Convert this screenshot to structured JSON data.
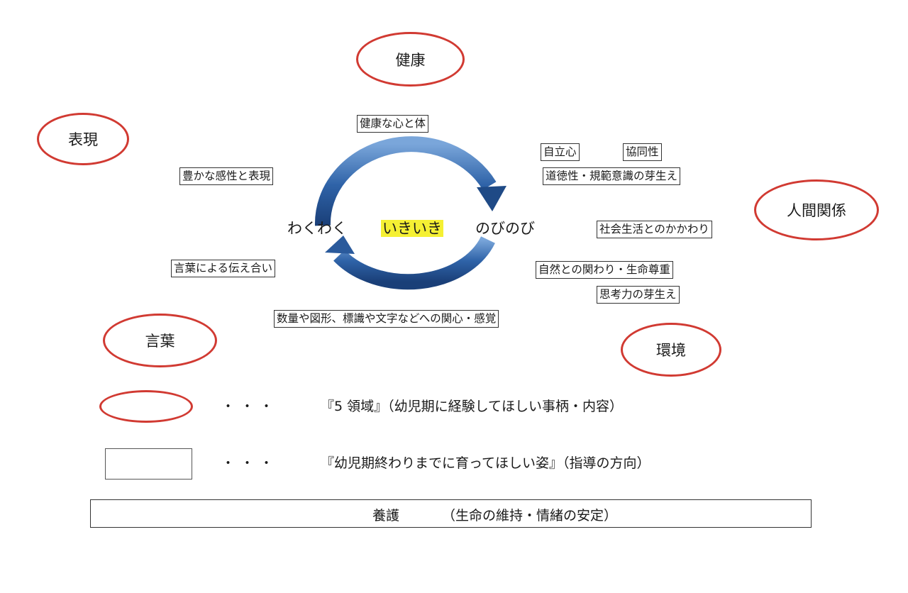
{
  "domains": {
    "kenko": "健康",
    "hyogen": "表現",
    "ningen": "人間関係",
    "kotoba": "言葉",
    "kankyo": "環境"
  },
  "goals": {
    "kokoro_karada": "健康な心と体",
    "jiritsushin": "自立心",
    "kyodosei": "協同性",
    "dotoku": "道徳性・規範意識の芽生え",
    "kansei": "豊かな感性と表現",
    "shakai": "社会生活とのかかわり",
    "kotoba_tsutae": "言葉による伝え合い",
    "shizen": "自然との関わり・生命尊重",
    "shikoryoku": "思考力の芽生え",
    "suryo": "数量や図形、標識や文字などへの関心・感覚"
  },
  "center": {
    "left": "わくわく",
    "middle": "いきいき",
    "right": "のびのび"
  },
  "legend": {
    "dots": "・・・",
    "oval_desc": "『5 領域』（幼児期に経験してほしい事柄・内容）",
    "box_desc": "『幼児期終わりまでに育ってほしい姿』（指導の方向）"
  },
  "footer": {
    "label": "養護",
    "desc": "（生命の維持・情緒の安定）"
  },
  "colors": {
    "oval_border": "#d13a32",
    "arrow_dark": "#1f4a86",
    "arrow_light": "#6f9dd4",
    "highlight": "#f5f033"
  }
}
